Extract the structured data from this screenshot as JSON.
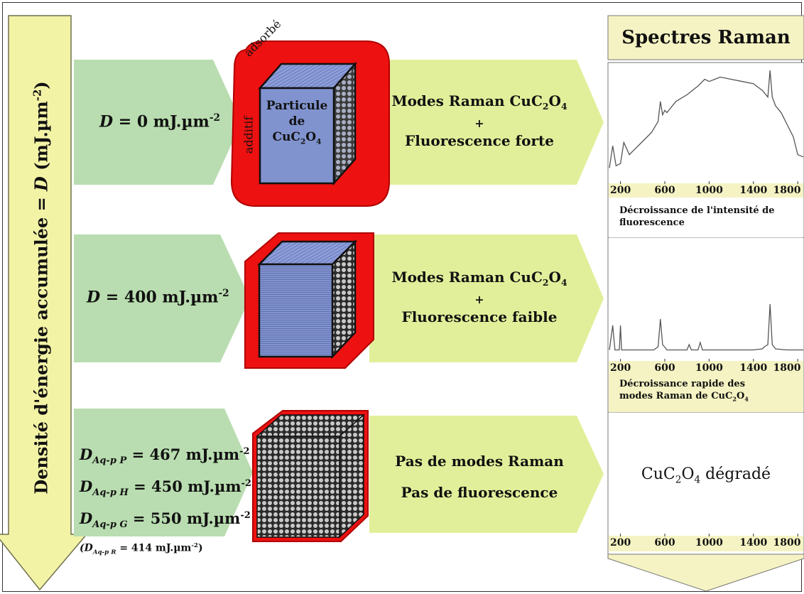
{
  "colors": {
    "axis_arrow": "#f3f3a6",
    "row_arrow_green": "#b9ddb0",
    "mode_arrow": "#e2ef9a",
    "header_bg": "#f5f3c3",
    "adsorbed_red": "#ee1111",
    "cube_blue": "#7a8ecc",
    "spectrum_line": "#555555"
  },
  "axis": {
    "label": "Densité d'énergie accumulée = D (mJ.µm-2)"
  },
  "header": {
    "title": "Spectres Raman"
  },
  "rows": [
    {
      "dose_main": "D",
      "dose_value": "= 0 mJ.µm",
      "dose_exp": "-2",
      "particle_label_1": "Particule",
      "particle_label_2": "de",
      "particle_label_3": "CuC",
      "adsorbed_word_1": "additif",
      "adsorbed_word_2": "adsorbé",
      "modes_line1": "Modes Raman CuC",
      "modes_plus": "+",
      "modes_line2": "Fluorescence forte",
      "caption": "Décroissance de l'intensité de fluorescence",
      "cube": "clean"
    },
    {
      "dose_main": "D",
      "dose_value": "= 400 mJ.µm",
      "dose_exp": "-2",
      "modes_line1": "Modes Raman CuC",
      "modes_plus": "+",
      "modes_line2": "Fluorescence faible",
      "caption_line1": "Décroissance rapide des",
      "caption_line2": "modes Raman de CuC",
      "cube": "thin-red"
    },
    {
      "doses": [
        {
          "sym": "D",
          "sub": "Aq-p P",
          "value": "= 467 mJ.µm",
          "exp": "-2"
        },
        {
          "sym": "D",
          "sub": "Aq-p H",
          "value": "= 450 mJ.µm",
          "exp": "-2"
        },
        {
          "sym": "D",
          "sub": "Aq-p G",
          "value": "= 550 mJ.µm",
          "exp": "-2"
        }
      ],
      "small_dose": {
        "open": "(D",
        "sub": "Aq-p R",
        "value": "= 414 mJ.µm",
        "exp": "-2",
        "close": ")"
      },
      "modes_line1": "Pas de modes Raman",
      "modes_line2": "Pas de fluorescence",
      "degraded_a": "CuC",
      "degraded_b": "dégradé",
      "cube": "degraded"
    }
  ],
  "subscripts": {
    "two": "2",
    "four": "4"
  },
  "spectrum_ticks": [
    "200",
    "600",
    "1000",
    "1400",
    "1800"
  ],
  "chart_data": [
    {
      "type": "line",
      "title": "",
      "xlabel": "",
      "ylabel": "",
      "x_ticks": [
        200,
        600,
        1000,
        1400,
        1800
      ],
      "xlim": [
        100,
        1850
      ],
      "series": [
        {
          "x": [
            100,
            130,
            160,
            200,
            230,
            280,
            320,
            400,
            480,
            540,
            560,
            580,
            600,
            620,
            700,
            800,
            900,
            960,
            1000,
            1050,
            1100,
            1150,
            1200,
            1300,
            1400,
            1480,
            1530,
            1550,
            1570,
            1600,
            1650,
            1700,
            1760,
            1800,
            1850
          ],
          "y": [
            0.1,
            0.3,
            0.12,
            0.14,
            0.33,
            0.22,
            0.26,
            0.34,
            0.42,
            0.52,
            0.7,
            0.58,
            0.62,
            0.6,
            0.7,
            0.76,
            0.84,
            0.9,
            0.88,
            0.9,
            0.92,
            0.91,
            0.9,
            0.88,
            0.86,
            0.8,
            0.74,
            0.98,
            0.74,
            0.66,
            0.6,
            0.5,
            0.38,
            0.22,
            0.2
          ]
        }
      ]
    },
    {
      "type": "line",
      "title": "",
      "xlabel": "",
      "ylabel": "",
      "x_ticks": [
        200,
        600,
        1000,
        1400,
        1800
      ],
      "xlim": [
        100,
        1850
      ],
      "series": [
        {
          "x": [
            100,
            130,
            150,
            190,
            200,
            210,
            240,
            300,
            400,
            500,
            540,
            560,
            580,
            620,
            700,
            800,
            820,
            840,
            900,
            920,
            940,
            1000,
            1200,
            1400,
            1480,
            1500,
            1530,
            1550,
            1570,
            1600,
            1700,
            1800,
            1850
          ],
          "y": [
            0.05,
            0.28,
            0.05,
            0.05,
            0.28,
            0.05,
            0.05,
            0.05,
            0.05,
            0.05,
            0.08,
            0.34,
            0.1,
            0.05,
            0.05,
            0.05,
            0.1,
            0.05,
            0.05,
            0.12,
            0.05,
            0.05,
            0.05,
            0.05,
            0.06,
            0.08,
            0.1,
            0.48,
            0.1,
            0.06,
            0.05,
            0.05,
            0.05
          ]
        }
      ]
    },
    {
      "type": "line",
      "title": "",
      "xlabel": "",
      "ylabel": "",
      "x_ticks": [
        200,
        600,
        1000,
        1400,
        1800
      ],
      "xlim": [
        100,
        1850
      ],
      "series": []
    }
  ]
}
